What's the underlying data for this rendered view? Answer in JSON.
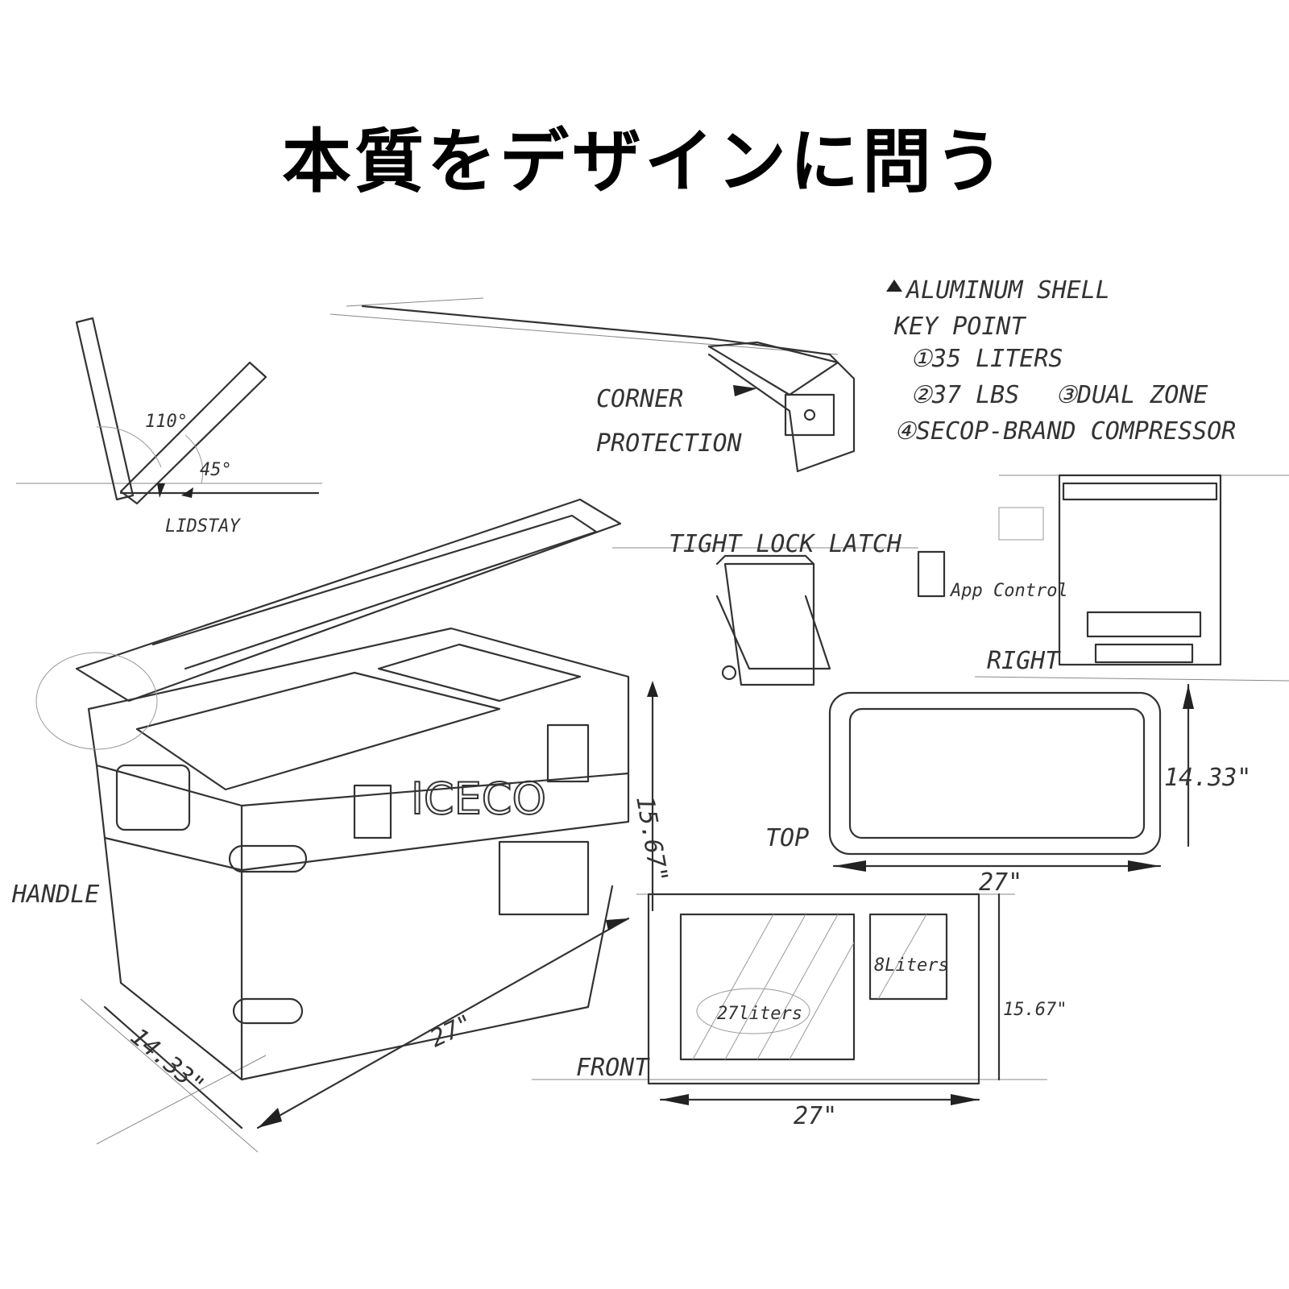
{
  "title": "本質をデザインに問う",
  "notes": {
    "material": "ALUMINUM SHELL",
    "key_point": "KEY POINT",
    "points": [
      "①35 LITERS",
      "②37 LBS",
      "③DUAL ZONE",
      "④SECOP-BRAND COMPRESSOR"
    ]
  },
  "labels": {
    "corner": [
      "CORNER",
      "PROTECTION"
    ],
    "latch": "TIGHT LOCK LATCH",
    "app": "App Control",
    "right": "RIGHT",
    "top": "TOP",
    "front": "FRONT",
    "handle": "HANDLE",
    "lidstay": "LIDSTAY",
    "angle_110": "110°",
    "angle_45": "45°",
    "brand": "ICECO",
    "zone_large": "27liters",
    "zone_small": "8Liters"
  },
  "dimensions": {
    "height": "15.67\"",
    "depth": "14.33\"",
    "width": "27\""
  },
  "colors": {
    "ink": "#333333",
    "title": "#000000"
  }
}
